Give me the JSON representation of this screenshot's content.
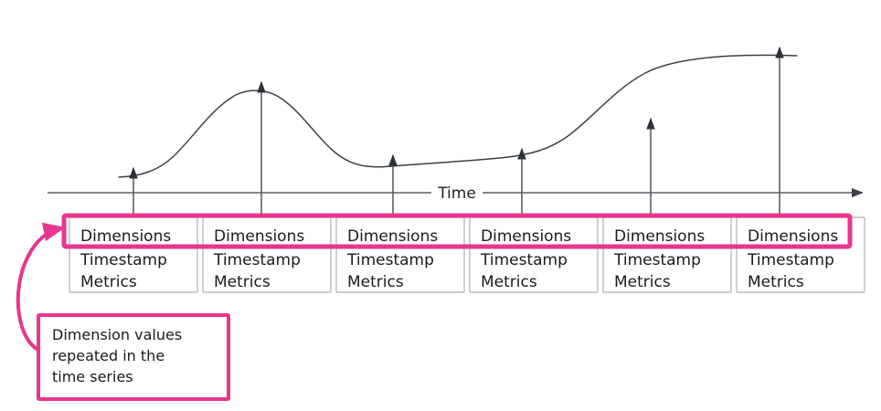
{
  "diagram": {
    "axis": {
      "label": "Time",
      "arrow_direction": "right"
    },
    "series_curve": {
      "name": "metric-time-series-curve"
    },
    "records": [
      {
        "dimensions": "Dimensions",
        "timestamp": "Timestamp",
        "metrics": "Metrics"
      },
      {
        "dimensions": "Dimensions",
        "timestamp": "Timestamp",
        "metrics": "Metrics"
      },
      {
        "dimensions": "Dimensions",
        "timestamp": "Timestamp",
        "metrics": "Metrics"
      },
      {
        "dimensions": "Dimensions",
        "timestamp": "Timestamp",
        "metrics": "Metrics"
      },
      {
        "dimensions": "Dimensions",
        "timestamp": "Timestamp",
        "metrics": "Metrics"
      },
      {
        "dimensions": "Dimensions",
        "timestamp": "Timestamp",
        "metrics": "Metrics"
      }
    ],
    "callout": {
      "line1": "Dimension values",
      "line2": "repeated in the",
      "line3": "time series"
    },
    "colors": {
      "accent_pink": "#e8368f",
      "line_dark": "#3b4049",
      "box_border": "#b8bcc4",
      "text": "#1a1a1a"
    }
  }
}
